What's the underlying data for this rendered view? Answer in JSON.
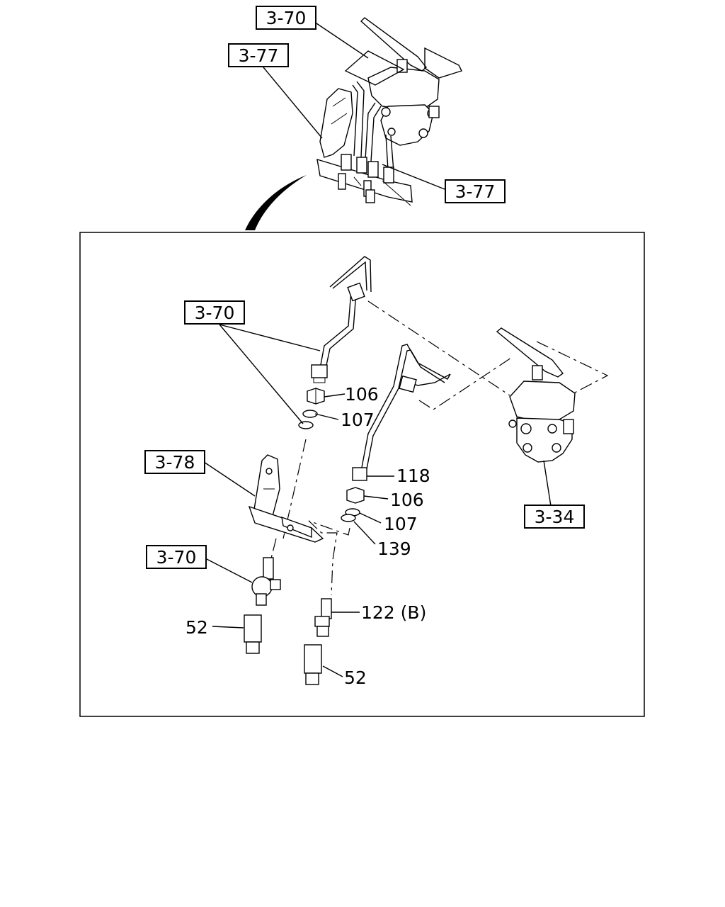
{
  "callouts": {
    "top_3_70": "3-70",
    "top_3_77_left": "3-77",
    "top_3_77_right": "3-77",
    "detail_3_70_upper": "3-70",
    "detail_3_78": "3-78",
    "detail_3_70_lower": "3-70",
    "detail_3_34": "3-34"
  },
  "part_numbers": {
    "p106_upper": "106",
    "p107_upper": "107",
    "p118": "118",
    "p106_lower": "106",
    "p107_lower": "107",
    "p139": "139",
    "p122b": "122 (B)",
    "p52_left": "52",
    "p52_right": "52"
  }
}
